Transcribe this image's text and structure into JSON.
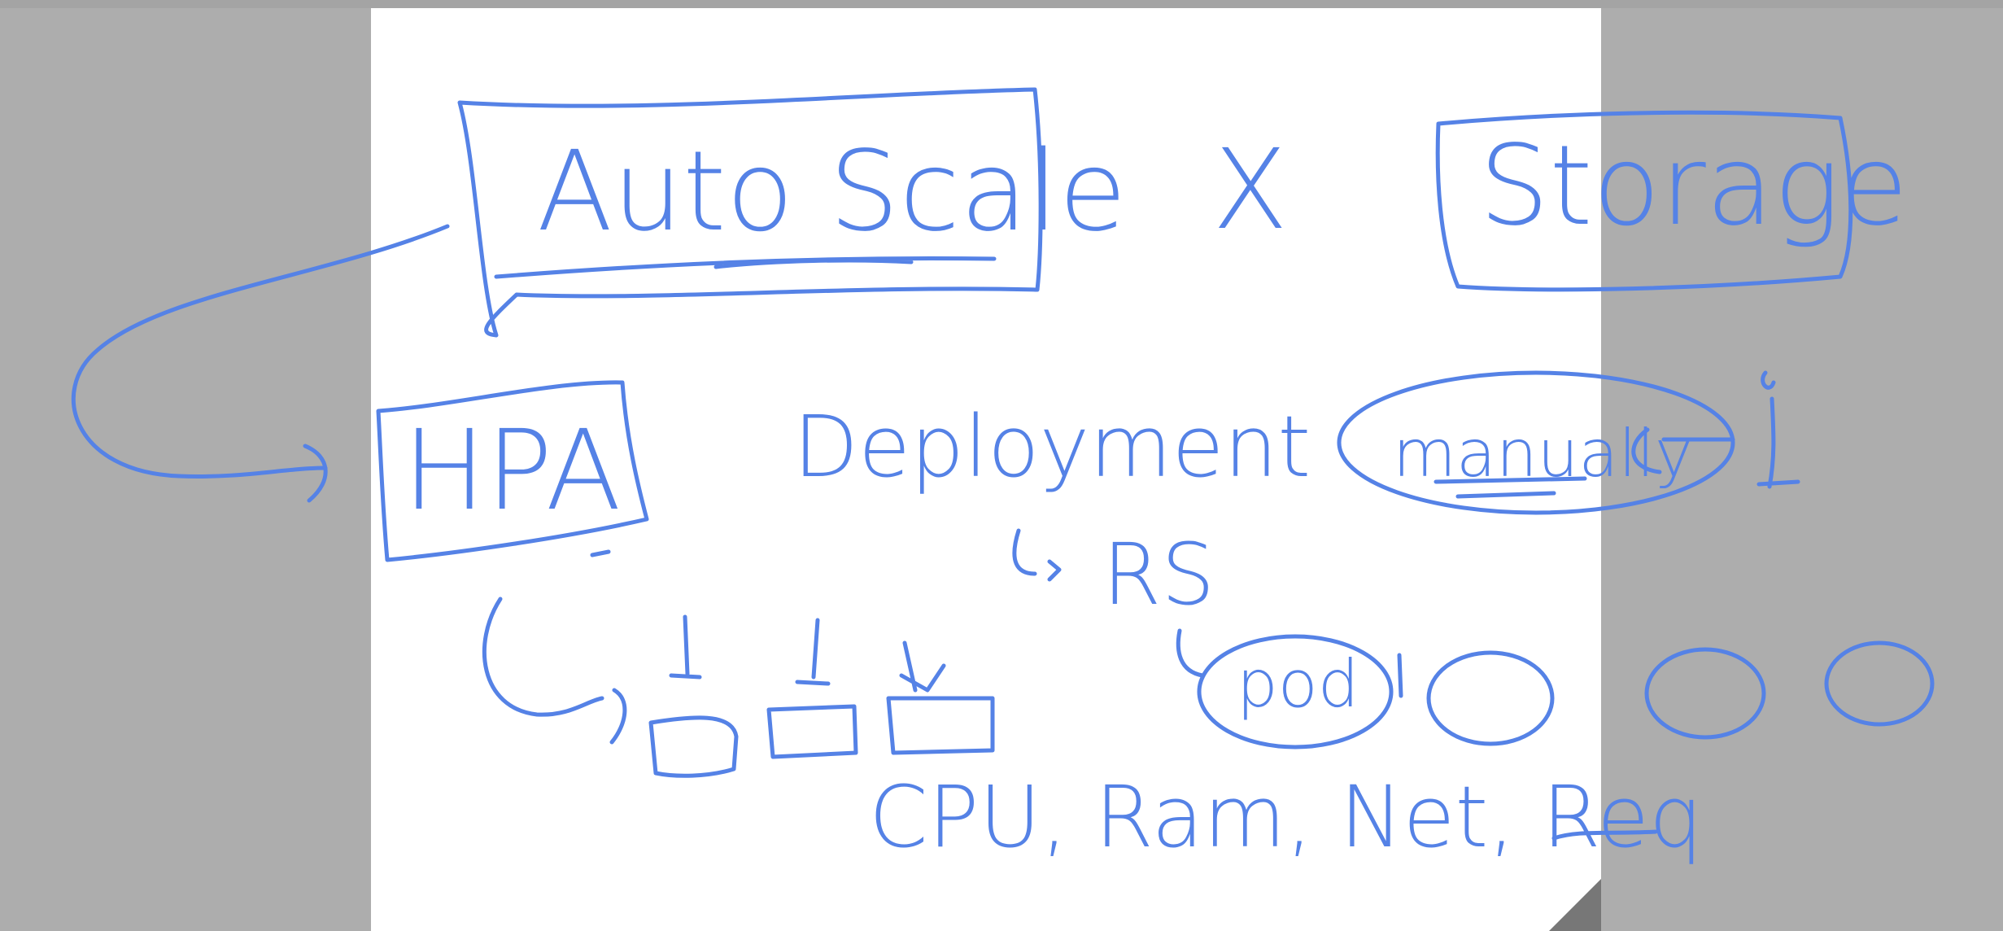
{
  "colors": {
    "background": "#adadad",
    "page": "#ffffff",
    "ink": "#5582e6",
    "page_curl": "#777777"
  },
  "labels": {
    "auto_scale": "Auto Scale",
    "x_mark": "X",
    "storage": "Storage",
    "hpa": "HPA",
    "deployment": "Deployment",
    "manually": "manually",
    "rs": "RS",
    "pod": "pod",
    "metrics": "CPU, Ram, Net, Req"
  }
}
